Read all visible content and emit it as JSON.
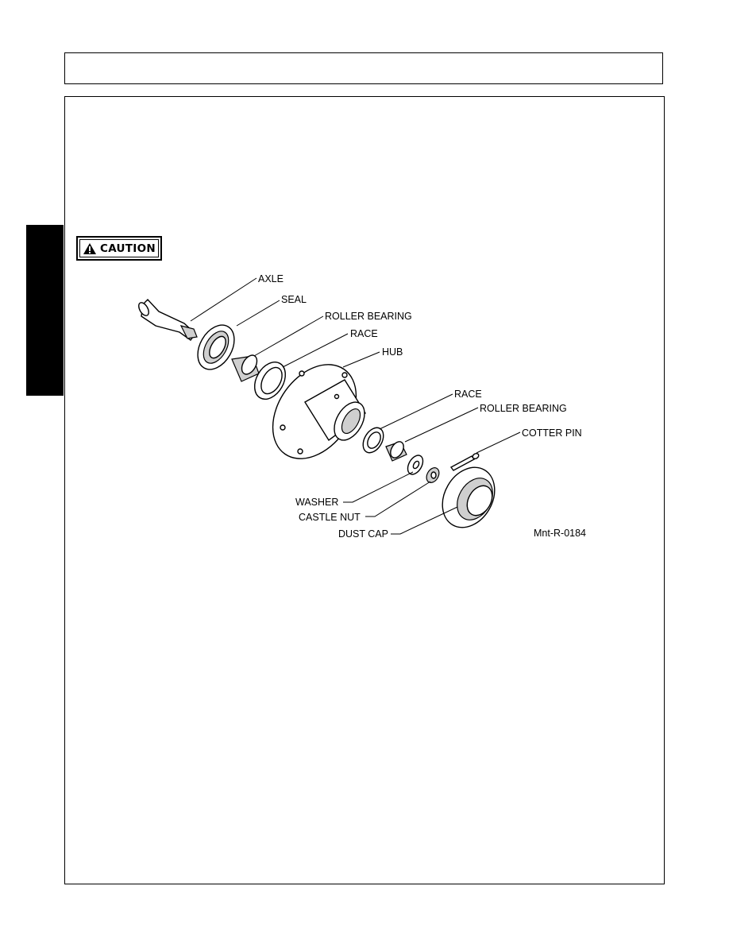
{
  "caution_label": "CAUTION",
  "figure": {
    "labels": {
      "axle": "AXLE",
      "seal": "SEAL",
      "roller_bearing_inner": "ROLLER BEARING",
      "race_inner": "RACE",
      "hub": "HUB",
      "race_outer": "RACE",
      "roller_bearing_outer": "ROLLER BEARING",
      "cotter_pin": "COTTER PIN",
      "washer": "WASHER",
      "castle_nut": "CASTLE NUT",
      "dust_cap": "DUST CAP"
    },
    "figure_id": "Mnt-R-0184"
  }
}
